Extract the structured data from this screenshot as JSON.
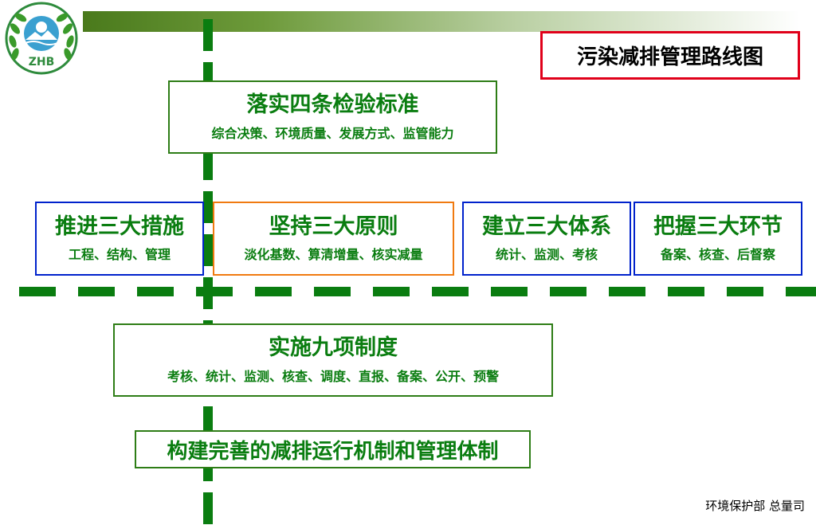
{
  "logo": {
    "text": "ZHB",
    "icon": "environmental-protection-emblem-icon",
    "colors": {
      "ring": "#2e8b3c",
      "wreath": "#3a9a2a",
      "center": "#3aa0d0"
    }
  },
  "title": "污染减排管理路线图",
  "boxes": {
    "standards": {
      "title": "落实四条检验标准",
      "sub": "综合决策、环境质量、发展方式、监管能力"
    },
    "measures": {
      "title": "推进三大措施",
      "sub": "工程、结构、管理"
    },
    "principles": {
      "title": "坚持三大原则",
      "sub": "淡化基数、算清增量、核实减量"
    },
    "systems": {
      "title": "建立三大体系",
      "sub": "统计、监测、考核"
    },
    "links": {
      "title": "把握三大环节",
      "sub": "备案、核查、后督察"
    },
    "nine": {
      "title": "实施九项制度",
      "sub": "考核、统计、监测、核查、调度、直报、备案、公开、预警"
    },
    "mechanism": {
      "title": "构建完善的减排运行机制和管理体制"
    }
  },
  "footer": "环境保护部 总量司",
  "colors": {
    "text_green": "#0a7d10",
    "border_green": "#2e7d16",
    "border_blue": "#0022cc",
    "border_orange": "#f07a10",
    "title_border": "#e0001a",
    "dash_green": "#0a7d10"
  }
}
